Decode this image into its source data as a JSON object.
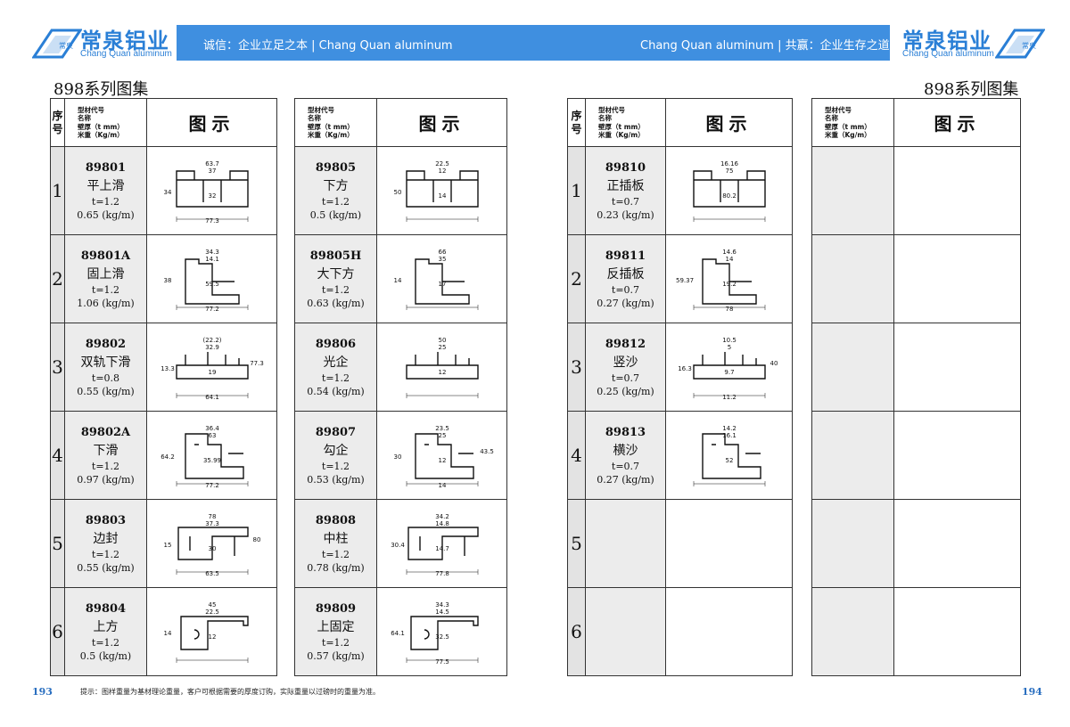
{
  "header": {
    "left_brand_cn": "常泉铝业",
    "left_brand_en": "Chang Quan aluminum",
    "right_brand_cn": "常泉铝业",
    "right_brand_en": "Chang Quan aluminum",
    "left_slogan": "诚信：企业立足之本 | Chang Quan aluminum",
    "right_slogan": "Chang Quan aluminum | 共赢：企业生存之道",
    "logo_mark": "常泉",
    "brand_color": "#2a7fd6",
    "banner_color": "#3f8fe0"
  },
  "left_title": "898系列图集",
  "right_title": "898系列图集",
  "table_header": {
    "index": "序号",
    "info_lines": [
      "型材代号",
      "名称",
      "壁厚（t mm）",
      "米重（Kg/m）"
    ],
    "figure": "图示"
  },
  "row_numbers": [
    "1",
    "2",
    "3",
    "4",
    "5",
    "6"
  ],
  "tables": [
    {
      "rows": [
        {
          "code": "89801",
          "name": "平上滑",
          "thickness": "t=1.2",
          "weight": "0.65 (kg/m)",
          "dims": [
            "63.7",
            "37",
            "32",
            "34",
            "77.3"
          ]
        },
        {
          "code": "89801A",
          "name": "固上滑",
          "thickness": "t=1.2",
          "weight": "1.06 (kg/m)",
          "dims": [
            "34.3",
            "14.1",
            "59.5",
            "38",
            "77.2"
          ]
        },
        {
          "code": "89802",
          "name": "双轨下滑",
          "thickness": "t=0.8",
          "weight": "0.55 (kg/m)",
          "dims": [
            "(22.2)",
            "32.9",
            "19",
            "13.3",
            "64.1",
            "77.3"
          ]
        },
        {
          "code": "89802A",
          "name": "下滑",
          "thickness": "t=1.2",
          "weight": "0.97 (kg/m)",
          "dims": [
            "36.4",
            "63",
            "35.99",
            "64.2",
            "77.2"
          ]
        },
        {
          "code": "89803",
          "name": "边封",
          "thickness": "t=1.2",
          "weight": "0.55 (kg/m)",
          "dims": [
            "78",
            "37.3",
            "30",
            "15",
            "63.5",
            "80"
          ]
        },
        {
          "code": "89804",
          "name": "上方",
          "thickness": "t=1.2",
          "weight": "0.5 (kg/m)",
          "dims": [
            "45",
            "22.5",
            "12",
            "14"
          ]
        }
      ]
    },
    {
      "rows": [
        {
          "code": "89805",
          "name": "下方",
          "thickness": "t=1.2",
          "weight": "0.5 (kg/m)",
          "dims": [
            "22.5",
            "12",
            "14",
            "50"
          ]
        },
        {
          "code": "89805H",
          "name": "大下方",
          "thickness": "t=1.2",
          "weight": "0.63 (kg/m)",
          "dims": [
            "66",
            "35",
            "17",
            "14"
          ]
        },
        {
          "code": "89806",
          "name": "光企",
          "thickness": "t=1.2",
          "weight": "0.54 (kg/m)",
          "dims": [
            "50",
            "25",
            "12"
          ]
        },
        {
          "code": "89807",
          "name": "勾企",
          "thickness": "t=1.2",
          "weight": "0.53 (kg/m)",
          "dims": [
            "23.5",
            "25",
            "12",
            "30",
            "14",
            "43.5"
          ]
        },
        {
          "code": "89808",
          "name": "中柱",
          "thickness": "t=1.2",
          "weight": "0.78 (kg/m)",
          "dims": [
            "34.2",
            "14.8",
            "14.7",
            "30.4",
            "77.8"
          ]
        },
        {
          "code": "89809",
          "name": "上固定",
          "thickness": "t=1.2",
          "weight": "0.57 (kg/m)",
          "dims": [
            "34.3",
            "14.5",
            "32.5",
            "64.1",
            "77.5"
          ]
        }
      ]
    },
    {
      "rows": [
        {
          "code": "89810",
          "name": "正插板",
          "thickness": "t=0.7",
          "weight": "0.23 (kg/m)",
          "dims": [
            "16.16",
            "75",
            "80.2"
          ]
        },
        {
          "code": "89811",
          "name": "反插板",
          "thickness": "t=0.7",
          "weight": "0.27 (kg/m)",
          "dims": [
            "14.6",
            "14",
            "19.2",
            "59.37",
            "78"
          ]
        },
        {
          "code": "89812",
          "name": "竖沙",
          "thickness": "t=0.7",
          "weight": "0.25 (kg/m)",
          "dims": [
            "10.5",
            "5",
            "9.7",
            "16.3",
            "11.2",
            "40"
          ]
        },
        {
          "code": "89813",
          "name": "横沙",
          "thickness": "t=0.7",
          "weight": "0.27 (kg/m)",
          "dims": [
            "14.2",
            "16.1",
            "52"
          ]
        },
        {
          "code": "",
          "name": "",
          "thickness": "",
          "weight": "",
          "dims": []
        },
        {
          "code": "",
          "name": "",
          "thickness": "",
          "weight": "",
          "dims": []
        }
      ]
    },
    {
      "rows": [
        {
          "code": "",
          "name": "",
          "thickness": "",
          "weight": "",
          "dims": []
        },
        {
          "code": "",
          "name": "",
          "thickness": "",
          "weight": "",
          "dims": []
        },
        {
          "code": "",
          "name": "",
          "thickness": "",
          "weight": "",
          "dims": []
        },
        {
          "code": "",
          "name": "",
          "thickness": "",
          "weight": "",
          "dims": []
        },
        {
          "code": "",
          "name": "",
          "thickness": "",
          "weight": "",
          "dims": []
        },
        {
          "code": "",
          "name": "",
          "thickness": "",
          "weight": "",
          "dims": []
        }
      ]
    }
  ],
  "footer": {
    "left_page": "193",
    "right_page": "194",
    "note": "提示：图样重量为基材理论重量，客户可根据需要的厚度订购，实际重量以过磅时的重量为准。"
  }
}
